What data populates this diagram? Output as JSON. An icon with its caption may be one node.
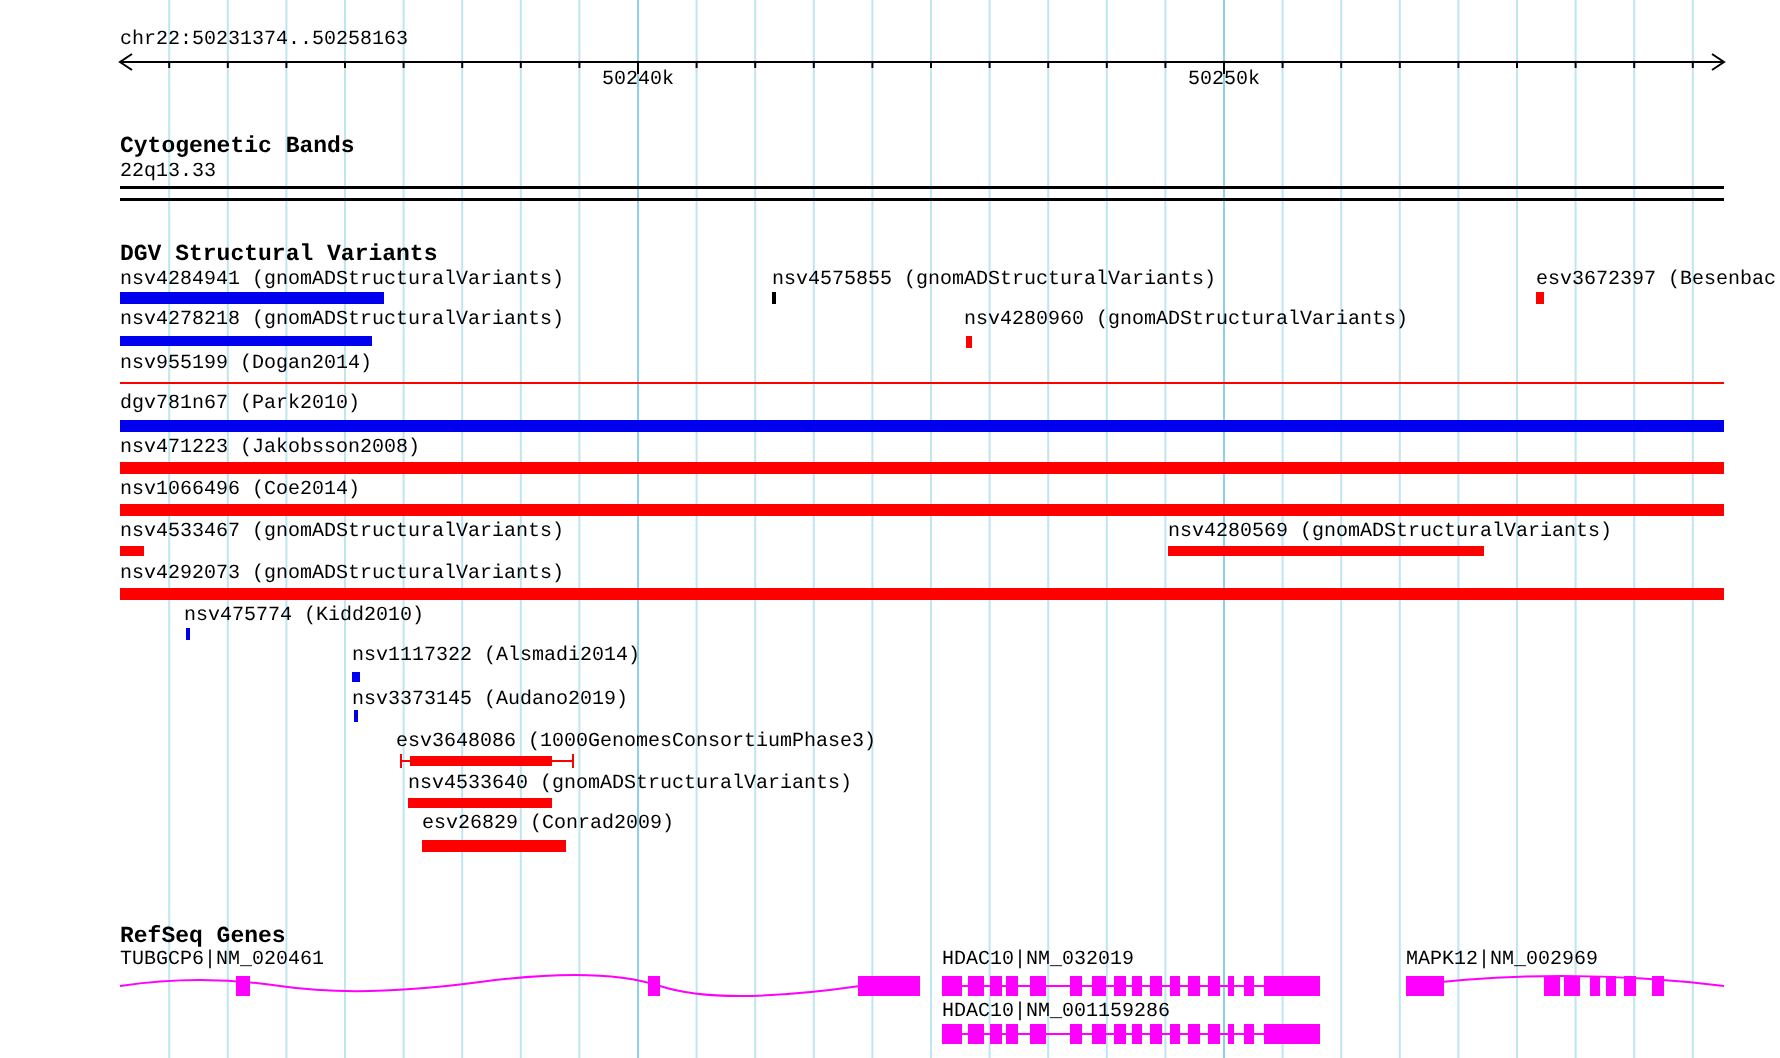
{
  "diagram": {
    "labels": [
      "chr22:50231374..50258163",
      "50240k",
      "50250k",
      "Cytogenetic Bands",
      "22q13.33",
      "DGV Structural Variants",
      "nsv4284941 (gnomADStructuralVariants)",
      "nsv4575855 (gnomADStructuralVariants)",
      "esv3672397 (Besenbac",
      "nsv4278218 (gnomADStructuralVariants)",
      "nsv4280960 (gnomADStructuralVariants)",
      "nsv955199 (Dogan2014)",
      "dgv781n67 (Park2010)",
      "nsv471223 (Jakobsson2008)",
      "nsv1066496 (Coe2014)",
      "nsv4533467 (gnomADStructuralVariants)",
      "nsv4280569 (gnomADStructuralVariants)",
      "nsv4292073 (gnomADStructuralVariants)",
      "nsv475774 (Kidd2010)",
      "nsv1117322 (Alsmadi2014)",
      "nsv3373145 (Audano2019)",
      "esv3648086 (1000GenomesConsortiumPhase3)",
      "nsv4533640 (gnomADStructuralVariants)",
      "esv26829 (Conrad2009)",
      "RefSeq Genes",
      "TUBGCP6|NM_020461",
      "HDAC10|NM_032019",
      "MAPK12|NM_002969",
      "HDAC10|NM_001159286"
    ]
  }
}
